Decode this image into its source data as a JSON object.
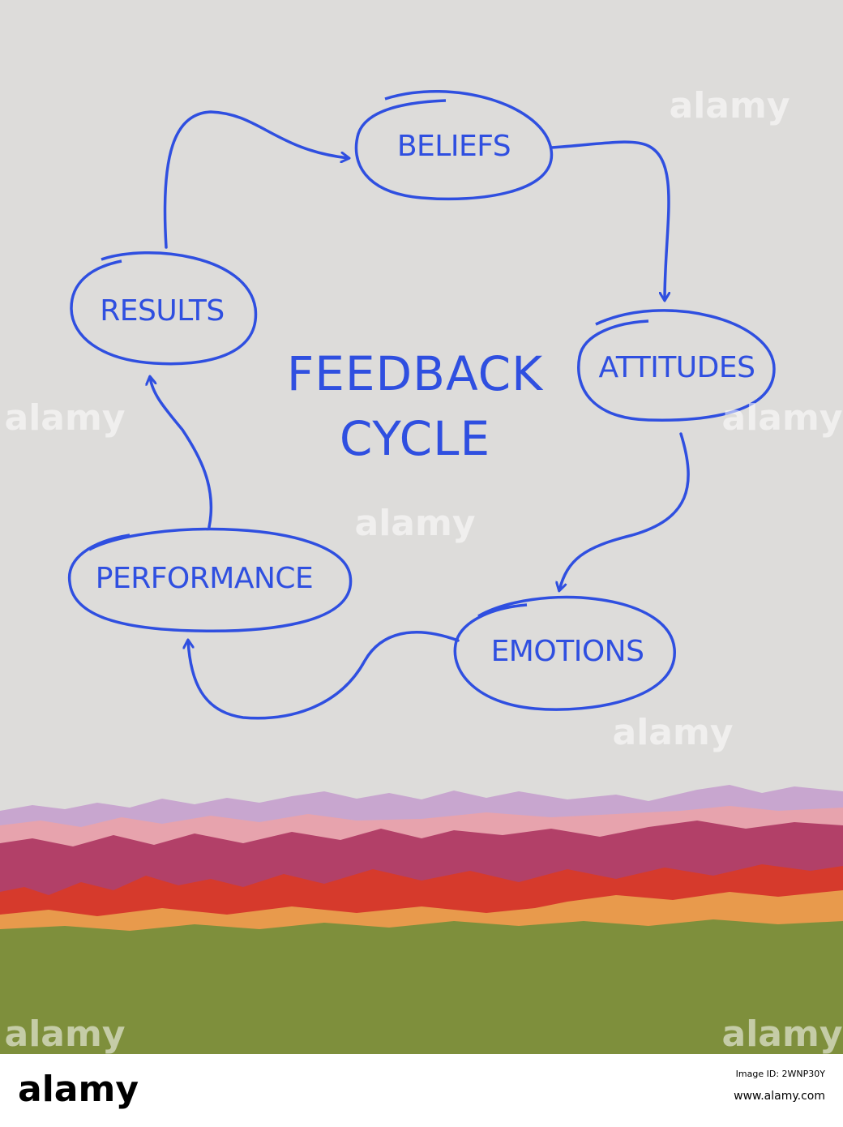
{
  "diagram": {
    "title_line1": "FEEDBACK",
    "title_line2": "CYCLE",
    "nodes": [
      "BELIEFS",
      "ATTITUDES",
      "EMOTIONS",
      "PERFORMANCE",
      "RESULTS"
    ],
    "edges": [
      {
        "from": "BELIEFS",
        "to": "ATTITUDES"
      },
      {
        "from": "ATTITUDES",
        "to": "EMOTIONS"
      },
      {
        "from": "EMOTIONS",
        "to": "PERFORMANCE"
      },
      {
        "from": "PERFORMANCE",
        "to": "RESULTS"
      },
      {
        "from": "RESULTS",
        "to": "BELIEFS"
      }
    ],
    "ink_color": "#2f4fe0",
    "paper_color": "#dcdcda"
  },
  "watermark": "alamy",
  "footer": {
    "logo": "alamy",
    "image_id": "Image ID: 2WNP30Y",
    "site": "www.alamy.com"
  }
}
